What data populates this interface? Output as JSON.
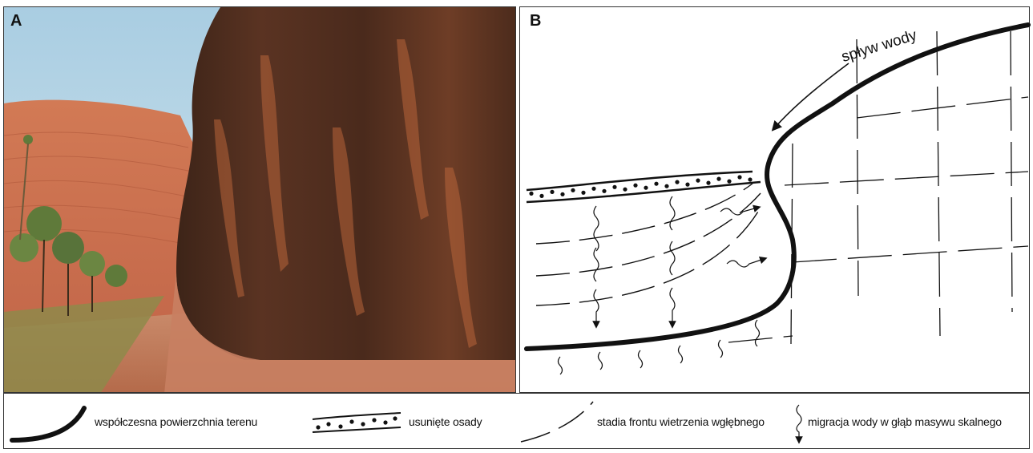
{
  "panels": {
    "photo_label": "A",
    "diagram_label": "B"
  },
  "diagram": {
    "flow_label": "spływ wody"
  },
  "legend": {
    "surface": "współczesna powierzchnia terenu",
    "sediments": "usunięte osady",
    "weathering_front": "stadia frontu wietrzenia wgłębnego",
    "water_migration": "migracja wody w głąb masywu skalnego"
  },
  "colors": {
    "sky": "#b9d6e4",
    "rock_dark": "#3a2418",
    "rock_orange": "#b8643a",
    "sand": "#c07a58",
    "vegetation": "#5f7a3a"
  }
}
